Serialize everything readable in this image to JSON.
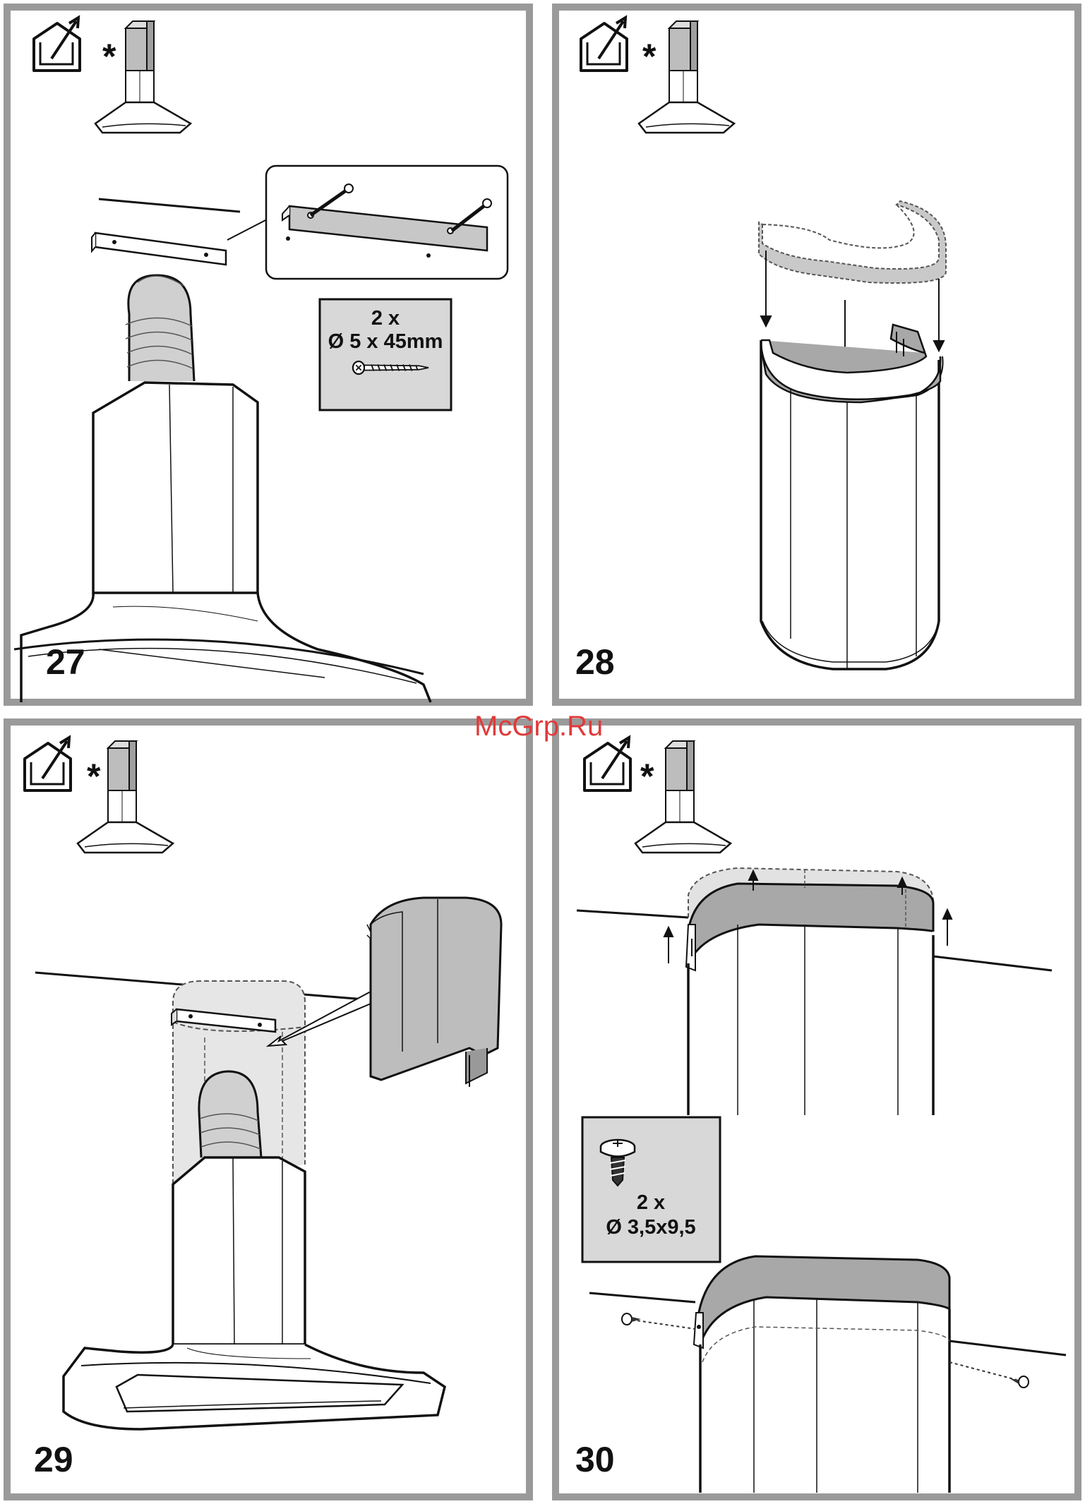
{
  "watermark": "McGrp.Ru",
  "panels": [
    {
      "step": "27",
      "marker": "*",
      "spec": {
        "line1": "2 x",
        "line2": "Ø 5 x 45mm"
      }
    },
    {
      "step": "28",
      "marker": "*"
    },
    {
      "step": "29",
      "marker": "*"
    },
    {
      "step": "30",
      "marker": "*",
      "spec": {
        "line1": "2 x",
        "line2": "Ø 3,5x9,5"
      }
    }
  ],
  "colors": {
    "frame": "#9a9a9a",
    "line": "#111111",
    "duct_gray": "#c9c9c9",
    "panel_gray": "#bdbdbd",
    "spec_box": "#d8d8d8",
    "band_gray": "#a8a8a8",
    "watermark": "#e03a3a"
  }
}
